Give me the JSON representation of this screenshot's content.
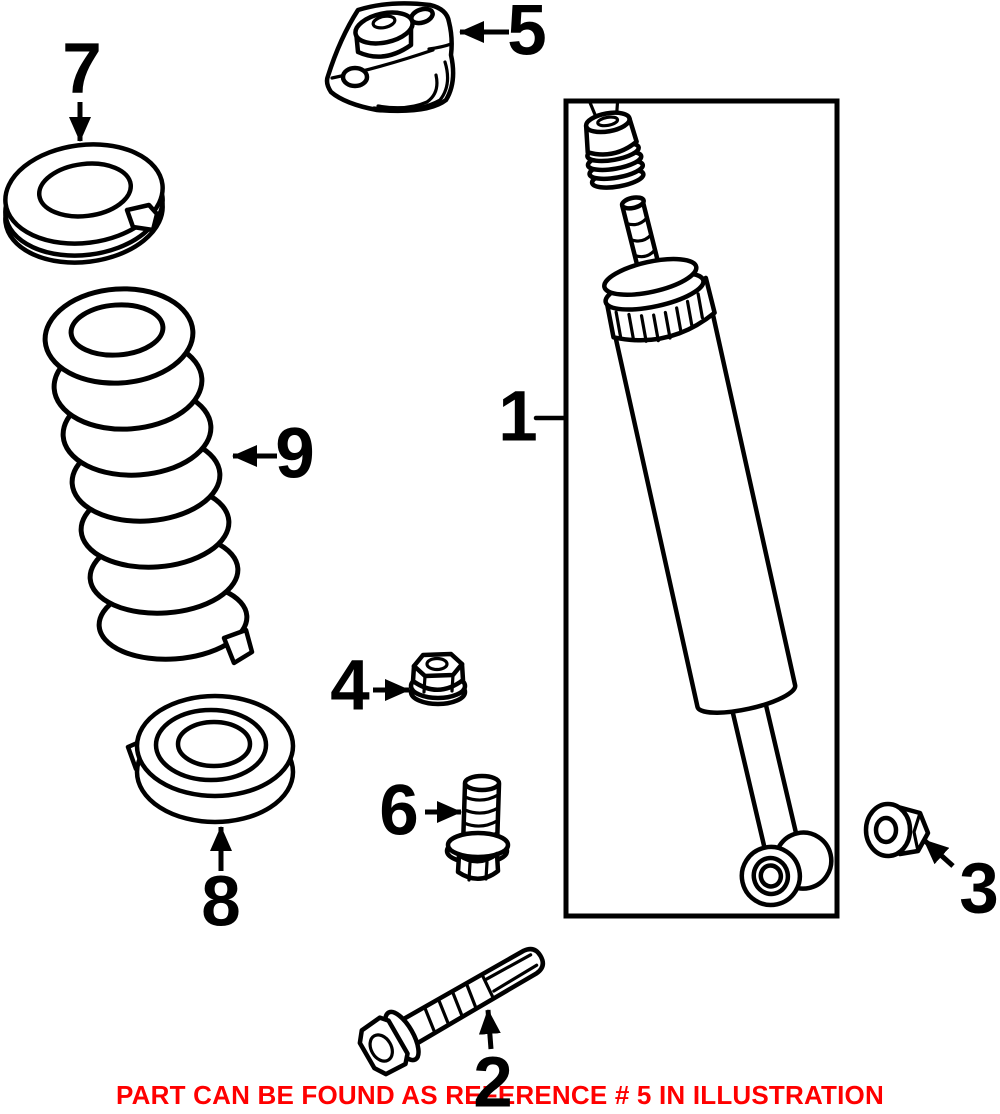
{
  "diagram": {
    "background": "#ffffff",
    "line_color": "#000000",
    "callouts": [
      {
        "ref": "1",
        "part": "shock-absorber"
      },
      {
        "ref": "2",
        "part": "shock-mounting-bolt"
      },
      {
        "ref": "3",
        "part": "shock-mounting-nut"
      },
      {
        "ref": "4",
        "part": "upper-mount-nut"
      },
      {
        "ref": "5",
        "part": "shock-upper-mount"
      },
      {
        "ref": "6",
        "part": "mount-bolt"
      },
      {
        "ref": "7",
        "part": "upper-spring-insulator"
      },
      {
        "ref": "8",
        "part": "lower-spring-insulator"
      },
      {
        "ref": "9",
        "part": "coil-spring"
      }
    ],
    "footer": {
      "text": "PART CAN BE FOUND AS REFERENCE # 5 IN ILLUSTRATION",
      "color": "#ff0000"
    }
  }
}
